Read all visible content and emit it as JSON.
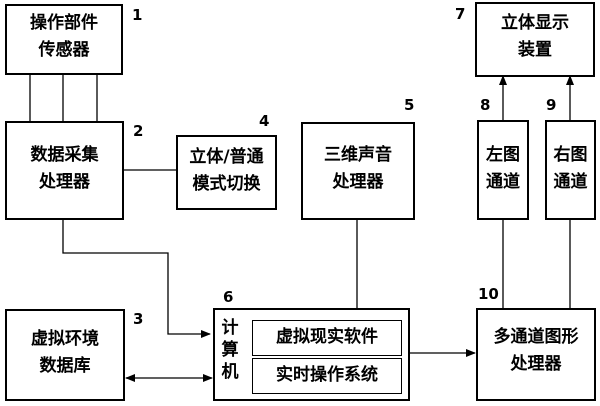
{
  "blocks": {
    "operation_sensor": {
      "number": "1",
      "label": "操作部件\n传感器"
    },
    "data_acquisition": {
      "number": "2",
      "label": "数据采集\n处理器"
    },
    "vr_database": {
      "number": "3",
      "label": "虚拟环境\n数据库"
    },
    "mode_switch": {
      "number": "4",
      "label": "立体/普通\n模式切换"
    },
    "sound_processor": {
      "number": "5",
      "label": "三维声音\n处理器"
    },
    "computer": {
      "number": "6",
      "label": "计\n算\n机",
      "software": "虚拟现实软件",
      "os": "实时操作系统"
    },
    "stereo_display": {
      "number": "7",
      "label": "立体显示\n装置"
    },
    "left_channel": {
      "number": "8",
      "label": "左图\n通道"
    },
    "right_channel": {
      "number": "9",
      "label": "右图\n通道"
    },
    "graphics_processor": {
      "number": "10",
      "label": "多通道图形\n处理器"
    }
  }
}
